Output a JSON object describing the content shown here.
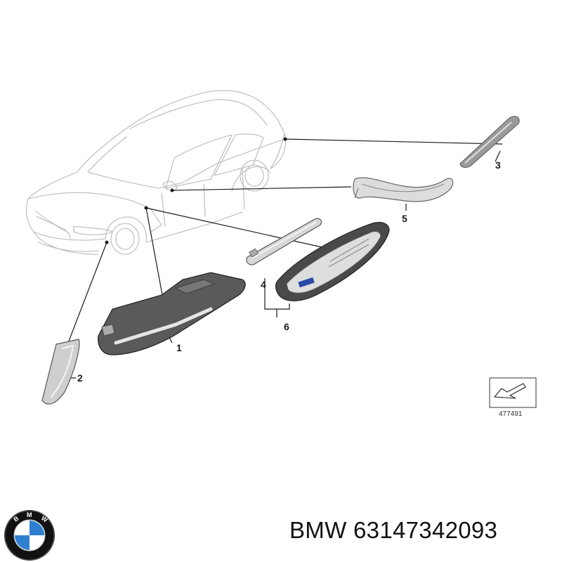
{
  "diagram": {
    "callouts": [
      {
        "id": "1",
        "label": "1"
      },
      {
        "id": "2",
        "label": "2"
      },
      {
        "id": "3",
        "label": "3"
      },
      {
        "id": "4",
        "label": "4"
      },
      {
        "id": "5",
        "label": "5"
      },
      {
        "id": "6",
        "label": "6"
      }
    ],
    "reference_number": "477491"
  },
  "caption": {
    "brand": "BMW",
    "part_number": "63147342093"
  },
  "logo": {
    "letters": "BMW",
    "colors": {
      "ring": "#111111",
      "blue": "#2f7fd0",
      "white": "#ffffff"
    }
  }
}
